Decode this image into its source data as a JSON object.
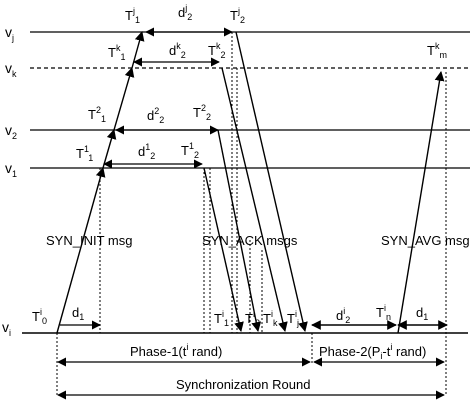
{
  "process_lines": {
    "vj": {
      "base": "v",
      "sub": "j"
    },
    "vk": {
      "base": "v",
      "sub": "k"
    },
    "v2": {
      "base": "v",
      "sub": "2"
    },
    "v1": {
      "base": "v",
      "sub": "1"
    },
    "vi": {
      "base": "v",
      "sub": "i"
    }
  },
  "time_labels": {
    "t_j_1": {
      "base": "T",
      "sup": "j",
      "sub": "1"
    },
    "t_j_2": {
      "base": "T",
      "sup": "j",
      "sub": "2"
    },
    "t_k_1": {
      "base": "T",
      "sup": "k",
      "sub": "1"
    },
    "t_k_2": {
      "base": "T",
      "sup": "k",
      "sub": "2"
    },
    "t_k_m": {
      "base": "T",
      "sup": "k",
      "sub": "m"
    },
    "t_2_1": {
      "base": "T",
      "sup": "2",
      "sub": "1"
    },
    "t_2_2": {
      "base": "T",
      "sup": "2",
      "sub": "2"
    },
    "t_1_1": {
      "base": "T",
      "sup": "1",
      "sub": "1"
    },
    "t_1_2": {
      "base": "T",
      "sup": "1",
      "sub": "2"
    },
    "t_i_0": {
      "base": "T",
      "sup": "i",
      "sub": "0"
    },
    "t_i_1": {
      "base": "T",
      "sup": "i",
      "sub": "1"
    },
    "t_i_2": {
      "base": "T",
      "sup": "i",
      "sub": "2"
    },
    "t_i_k": {
      "base": "T",
      "sup": "i",
      "sub": "k"
    },
    "t_i_j": {
      "base": "T",
      "sup": "i",
      "sub": "j"
    },
    "t_i_n": {
      "base": "T",
      "sup": "i",
      "sub": "n"
    }
  },
  "delays": {
    "d_j_2": {
      "base": "d",
      "sup": "j",
      "sub": "2"
    },
    "d_k_2": {
      "base": "d",
      "sup": "k",
      "sub": "2"
    },
    "d_2_2": {
      "base": "d",
      "sup": "2",
      "sub": "2"
    },
    "d_1_2": {
      "base": "d",
      "sup": "1",
      "sub": "2"
    },
    "d1_left": {
      "base": "d",
      "sub": "1"
    },
    "d_i_2": {
      "base": "d",
      "sup": "i",
      "sub": "2"
    },
    "d1_right": {
      "base": "d",
      "sub": "1"
    }
  },
  "messages": {
    "syn_init": "SYN_INIT msg",
    "syn_ack": "SYN_ACK msgs",
    "syn_avg": "SYN_AVG msg"
  },
  "phases": {
    "phase1": {
      "pre": "Phase-1(t",
      "sup": "i",
      "post": " rand)"
    },
    "phase2": {
      "pre": "Phase-2(P",
      "sub": "i",
      "mid": "-t",
      "sup": "i",
      "post": " rand)"
    },
    "round": "Synchronization Round"
  }
}
